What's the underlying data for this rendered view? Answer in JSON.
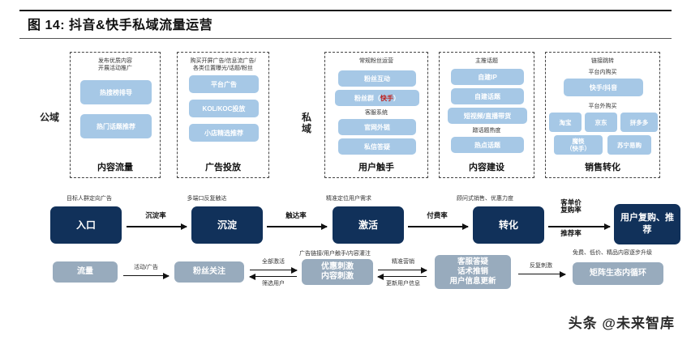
{
  "figure": {
    "title": "图 14: 抖音&快手私域流量运营",
    "watermark": "头条 @未来智库"
  },
  "side_labels": {
    "public": "公域",
    "private": "私域"
  },
  "colors": {
    "navy": "#11315a",
    "light_blue": "#a6c8e6",
    "gray_blue": "#98abbd",
    "highlight_red": "#c0201c"
  },
  "groups": [
    {
      "head": "发布优质内容\n开展活动推广",
      "foot": "内容流量",
      "pills": [
        "热搜榜排导",
        "热门话题推荐"
      ]
    },
    {
      "head": "购买开屏广告/信息流广告/\n各类位置曝光/话题/粉丝",
      "foot": "广告投放",
      "pills": [
        "平台广告",
        "KOL/KOC投放",
        "小店精选推荐"
      ]
    },
    {
      "head": "常规粉丝运营",
      "foot": "用户触手",
      "sub_head": "客服系统",
      "pills_a": [
        "粉丝互动",
        "粉丝群（快手）"
      ],
      "pills_b": [
        "官网外链",
        "私信答疑"
      ],
      "red_text": "快手"
    },
    {
      "head": "主推话题",
      "foot": "内容建设",
      "sub_head": "蹭话题热度",
      "pills_a": [
        "自建IP",
        "自建话题",
        "短视频/直播带货"
      ],
      "pills_b": [
        "热点话题"
      ]
    },
    {
      "head": "链接跳转",
      "foot": "销售转化",
      "sub_head_a": "平台内购买",
      "sub_head_b": "平台外购买",
      "pills_a": [
        "快手/抖音"
      ],
      "pills_b": [
        "淘宝",
        "京东",
        "拼多多"
      ],
      "pills_c": [
        "魔筷\n（快手）",
        "苏宁易购"
      ]
    }
  ],
  "flow_main": {
    "nodes": [
      {
        "label": "入口",
        "caption": "目标人群定向广告"
      },
      {
        "label": "沉淀",
        "caption": "多端口反复触达"
      },
      {
        "label": "激活",
        "caption": "精准定位用户需求"
      },
      {
        "label": "转化",
        "caption": "顾问式销售、优惠力度"
      },
      {
        "label": "用户复购、推\n荐",
        "caption": ""
      }
    ],
    "arrow_labels": [
      "沉淀率",
      "触达率",
      "付费率"
    ],
    "final_labels_top": "客单价\n复购率",
    "final_labels_bottom": "推荐率"
  },
  "flow_bottom": {
    "nodes": [
      {
        "label": "流量"
      },
      {
        "label": "粉丝关注"
      },
      {
        "label": "优惠刺激\n内容刺激"
      },
      {
        "label": "客服答疑\n话术推销\n用户信息更新"
      },
      {
        "label": "矩阵生态内循环"
      }
    ],
    "arrow_labels": [
      {
        "top": "活动/广告",
        "bottom": ""
      },
      {
        "top": "全部激活",
        "bottom": "筛选用户"
      },
      {
        "top": "精准营销",
        "bottom": "更新用户信息"
      },
      {
        "top": "反复刺激",
        "bottom": ""
      }
    ],
    "captions": {
      "above_stimulate": "广告链接/用户触手/内容灌注",
      "above_loop": "免费、低价、精品内容逐步升级"
    }
  }
}
